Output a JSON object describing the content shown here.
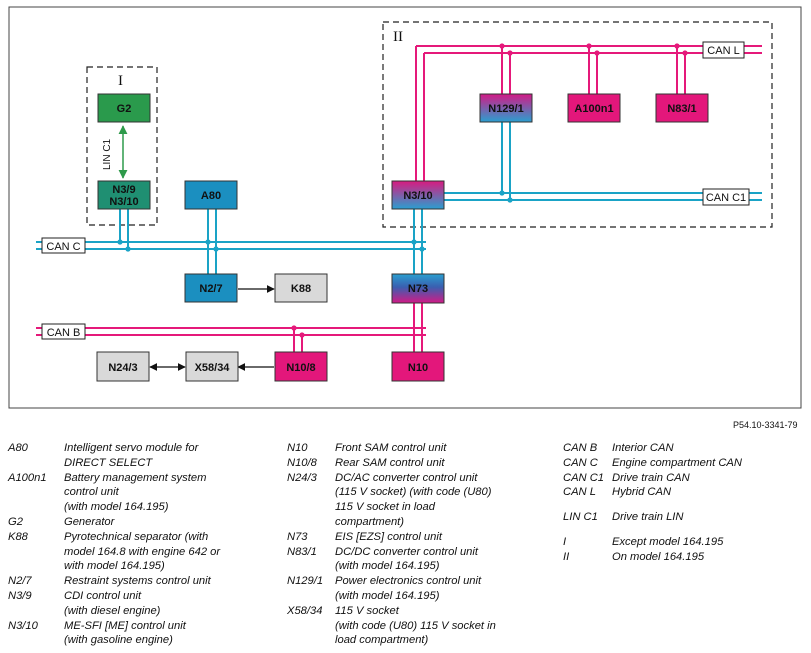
{
  "diagram": {
    "reference": "P54.10-3341-79",
    "groups": {
      "I": "I",
      "II": "II"
    },
    "bus_tags": {
      "can_l": "CAN L",
      "can_c1": "CAN C1",
      "can_c": "CAN C",
      "can_b": "CAN B",
      "lin_c1": "LIN C1"
    },
    "modules": {
      "g2": "G2",
      "n3_9": "N3/9",
      "n3_10_g1": "N3/10",
      "a80": "A80",
      "n2_7": "N2/7",
      "k88": "K88",
      "n73": "N73",
      "n10": "N10",
      "n10_8": "N10/8",
      "x58_34": "X58/34",
      "n24_3": "N24/3",
      "n3_10_g2": "N3/10",
      "n129_1": "N129/1",
      "a100n1": "A100n1",
      "n83_1": "N83/1"
    },
    "colors": {
      "can_c": "#1aa3c6",
      "can_b": "#e5197a",
      "can_l": "#e5197a",
      "lin": "#2e9a4a",
      "g2_fill": "#2a9a4c",
      "powertrain_fill": "#1b8fc0",
      "body_fill": "#e3177b",
      "aux_fill": "#d9d9d9"
    }
  },
  "legend": {
    "col1": [
      {
        "code": "A80",
        "desc": "Intelligent servo module for\nDIRECT SELECT"
      },
      {
        "code": "A100n1",
        "desc": "Battery management system\ncontrol unit\n(with model 164.195)"
      },
      {
        "code": "G2",
        "desc": "Generator"
      },
      {
        "code": "K88",
        "desc": "Pyrotechnical separator (with\nmodel 164.8 with engine 642 or\nwith model 164.195)"
      },
      {
        "code": "N2/7",
        "desc": "Restraint systems control unit"
      },
      {
        "code": "N3/9",
        "desc": "CDI control unit\n(with diesel engine)"
      },
      {
        "code": "N3/10",
        "desc": "ME-SFI [ME] control unit\n(with gasoline engine)"
      }
    ],
    "col2": [
      {
        "code": "N10",
        "desc": "Front SAM control unit"
      },
      {
        "code": "N10/8",
        "desc": "Rear SAM control unit"
      },
      {
        "code": "N24/3",
        "desc": "DC/AC converter control unit\n(115 V socket) (with code (U80)\n115 V socket in load\ncompartment)"
      },
      {
        "code": "N73",
        "desc": "EIS [EZS] control unit"
      },
      {
        "code": "N83/1",
        "desc": "DC/DC converter control unit\n(with model 164.195)"
      },
      {
        "code": "N129/1",
        "desc": "Power electronics control unit\n (with model 164.195)"
      },
      {
        "code": "X58/34",
        "desc": "115 V socket\n(with code (U80) 115 V socket in\nload compartment)"
      }
    ],
    "col3_buses": [
      {
        "code": "CAN B",
        "desc": "Interior CAN"
      },
      {
        "code": "CAN C",
        "desc": "Engine compartment CAN"
      },
      {
        "code": "CAN C1",
        "desc": " Drive train CAN"
      },
      {
        "code": "CAN L",
        "desc": "Hybrid CAN"
      }
    ],
    "col3_lin": [
      {
        "code": "LIN C1",
        "desc": "Drive train LIN"
      }
    ],
    "col3_groups": [
      {
        "code": "I",
        "desc": "Except model 164.195"
      },
      {
        "code": "II",
        "desc": "On model 164.195"
      }
    ]
  }
}
